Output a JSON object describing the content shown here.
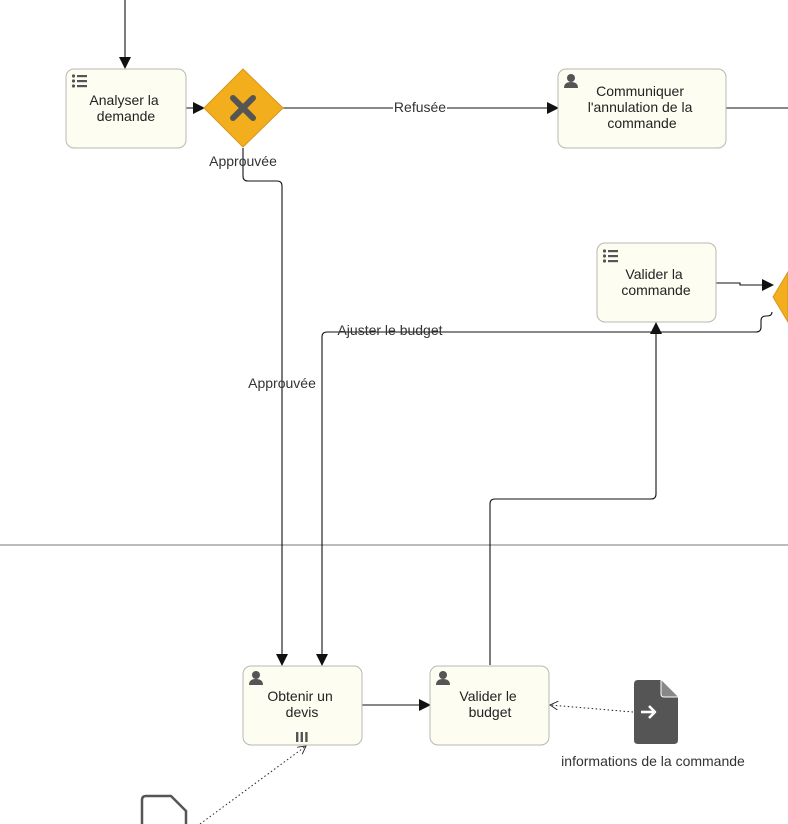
{
  "tasks": {
    "analyser": {
      "lines": [
        "Analyser la",
        "demande"
      ],
      "icon": "list-icon"
    },
    "communiquer": {
      "lines": [
        "Communiquer",
        "l'annulation de la",
        "commande"
      ],
      "icon": "user-icon"
    },
    "valider_commande": {
      "lines": [
        "Valider la",
        "commande"
      ],
      "icon": "list-icon"
    },
    "obtenir": {
      "lines": [
        "Obtenir un",
        "devis"
      ],
      "icon": "user-icon",
      "marker": "parallel-multi-instance-icon"
    },
    "valider_budget": {
      "lines": [
        "Valider le",
        "budget"
      ],
      "icon": "user-icon"
    }
  },
  "gateways": {
    "exclusive": {
      "type": "exclusive-gateway",
      "color": "#f2ae1c"
    }
  },
  "edge_labels": {
    "refusee": "Refusée",
    "approuvee_gateway": "Approuvée",
    "approuvee_flow": "Approuvée",
    "ajuster": "Ajuster le budget"
  },
  "data_object": {
    "label": "informations de la commande",
    "icon": "data-input-icon"
  },
  "colors": {
    "task_fill": "#fdfdf2",
    "task_border": "#b8b8b0",
    "gateway": "#f2ae1c",
    "icon": "#555555"
  }
}
